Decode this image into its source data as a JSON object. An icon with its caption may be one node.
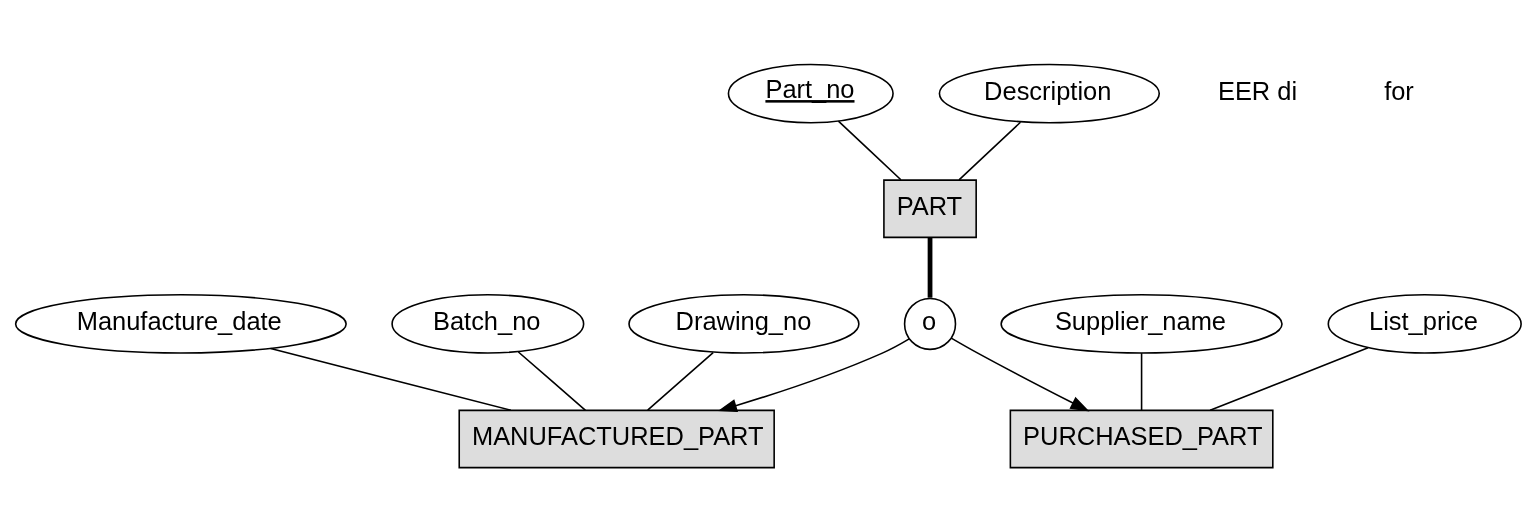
{
  "diagram": {
    "nodes": [
      {
        "text": [
          "Part_no"
        ]
      },
      {
        "text": [
          "Description"
        ]
      },
      {
        "text": [
          "PART"
        ]
      },
      {
        "text": [
          "Manufacture_date"
        ]
      },
      {
        "text": [
          "Batch_no"
        ]
      },
      {
        "text": [
          "Drawing_no"
        ]
      },
      {
        "text": [
          "o"
        ]
      },
      {
        "text": [
          "Supplier_name"
        ]
      },
      {
        "text": [
          "List_price"
        ]
      },
      {
        "text": [
          "MANUFACTURED_PART"
        ]
      },
      {
        "text": [
          "PURCHASED_PART"
        ]
      }
    ],
    "edges": [
      {
        "from": 0,
        "to": 2,
        "arrow": "none"
      },
      {
        "from": 1,
        "to": 2,
        "arrow": "none"
      },
      {
        "from": 2,
        "to": 6,
        "arrow": "none",
        "style": "thick"
      },
      {
        "from": 6,
        "to": 9,
        "arrow": "to"
      },
      {
        "from": 6,
        "to": 10,
        "arrow": "to"
      },
      {
        "from": 3,
        "to": 9,
        "arrow": "none"
      },
      {
        "from": 4,
        "to": 9,
        "arrow": "none"
      },
      {
        "from": 5,
        "to": 9,
        "arrow": "none"
      },
      {
        "from": 7,
        "to": 10,
        "arrow": "none"
      },
      {
        "from": 8,
        "to": 10,
        "arrow": "none"
      }
    ],
    "labels": [
      "EER di",
      "for"
    ]
  }
}
